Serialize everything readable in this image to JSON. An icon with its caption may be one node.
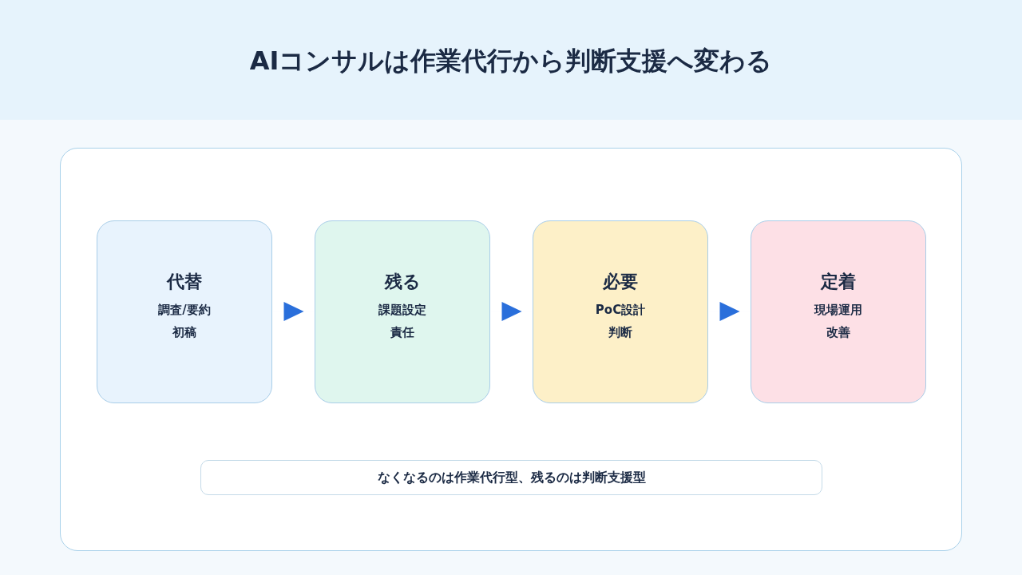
{
  "diagram": {
    "title": "AIコンサルは作業代行から判断支援へ変わる",
    "nodes": [
      {
        "text": [
          "代替",
          "調査/要約",
          "初稿"
        ]
      },
      {
        "text": [
          "残る",
          "課題設定",
          "責任"
        ]
      },
      {
        "text": [
          "必要",
          "PoC設計",
          "判断"
        ]
      },
      {
        "text": [
          "定着",
          "現場運用",
          "改善"
        ]
      },
      {
        "text": [
          "なくなるのは作業代行型、残るのは判断支援型"
        ]
      }
    ],
    "edges": [
      {
        "from": 0,
        "to": 1,
        "arrow": "to"
      },
      {
        "from": 1,
        "to": 2,
        "arrow": "to"
      },
      {
        "from": 2,
        "to": 3,
        "arrow": "to"
      }
    ]
  }
}
